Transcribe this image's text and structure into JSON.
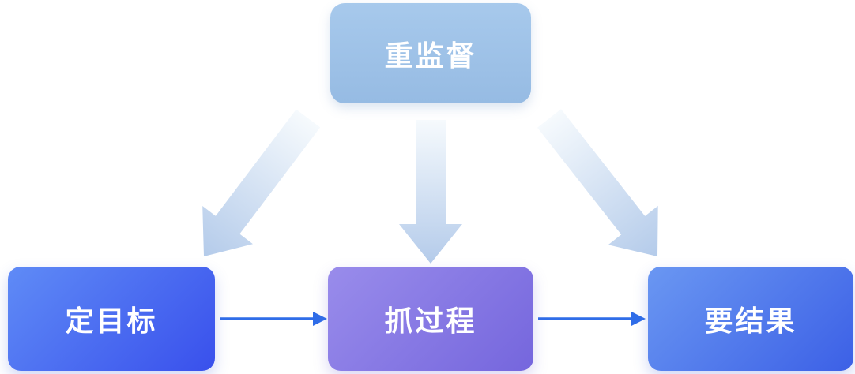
{
  "diagram": {
    "top_node": {
      "label": "重监督"
    },
    "bottom_nodes": [
      {
        "label": "定目标"
      },
      {
        "label": "抓过程"
      },
      {
        "label": "要结果"
      }
    ],
    "connectors": {
      "fan_arrows": [
        "top-to-left",
        "top-to-middle",
        "top-to-right"
      ],
      "flow_arrows": [
        "left-to-middle",
        "middle-to-right"
      ]
    },
    "colors": {
      "top_node_fill": "#9cc2e6",
      "left_node_gradient": [
        "#5f8bf6",
        "#3950ec"
      ],
      "middle_node_gradient": [
        "#998ceb",
        "#7566dd"
      ],
      "right_node_gradient": [
        "#6a97f2",
        "#3c60e6"
      ],
      "fan_arrow_gradient": [
        "#f6fafd",
        "#b4cbea"
      ],
      "flow_arrow": "#2f6de8",
      "text": "#ffffff"
    }
  }
}
